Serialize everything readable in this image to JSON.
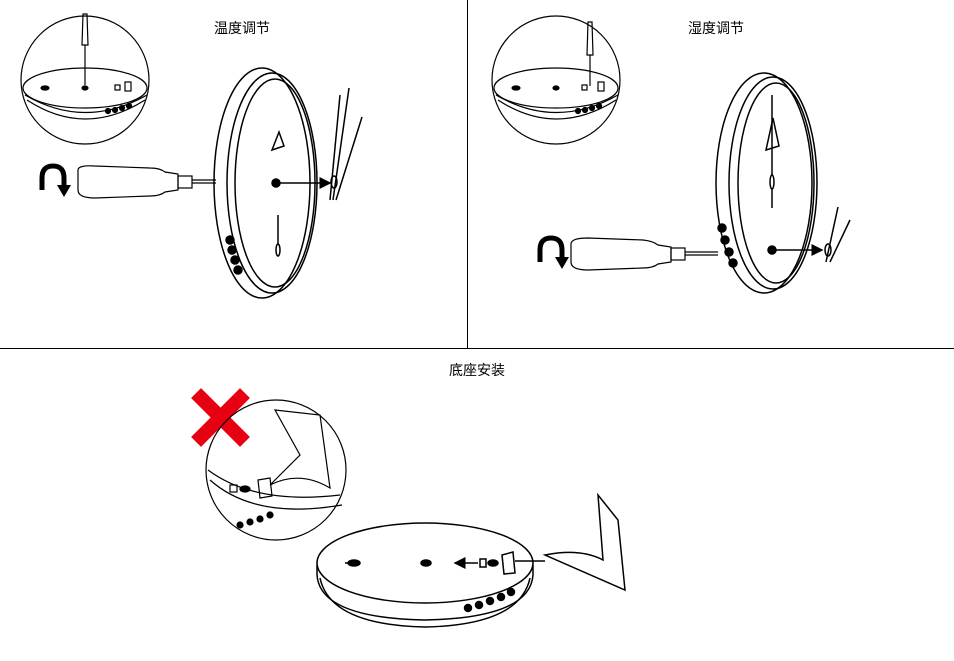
{
  "panels": {
    "temp": {
      "title": "温度调节"
    },
    "humidity": {
      "title": "湿度调节"
    },
    "base": {
      "title": "底座安装"
    }
  },
  "colors": {
    "stroke": "#000000",
    "wrong_mark": "#e60012",
    "background": "#ffffff"
  }
}
